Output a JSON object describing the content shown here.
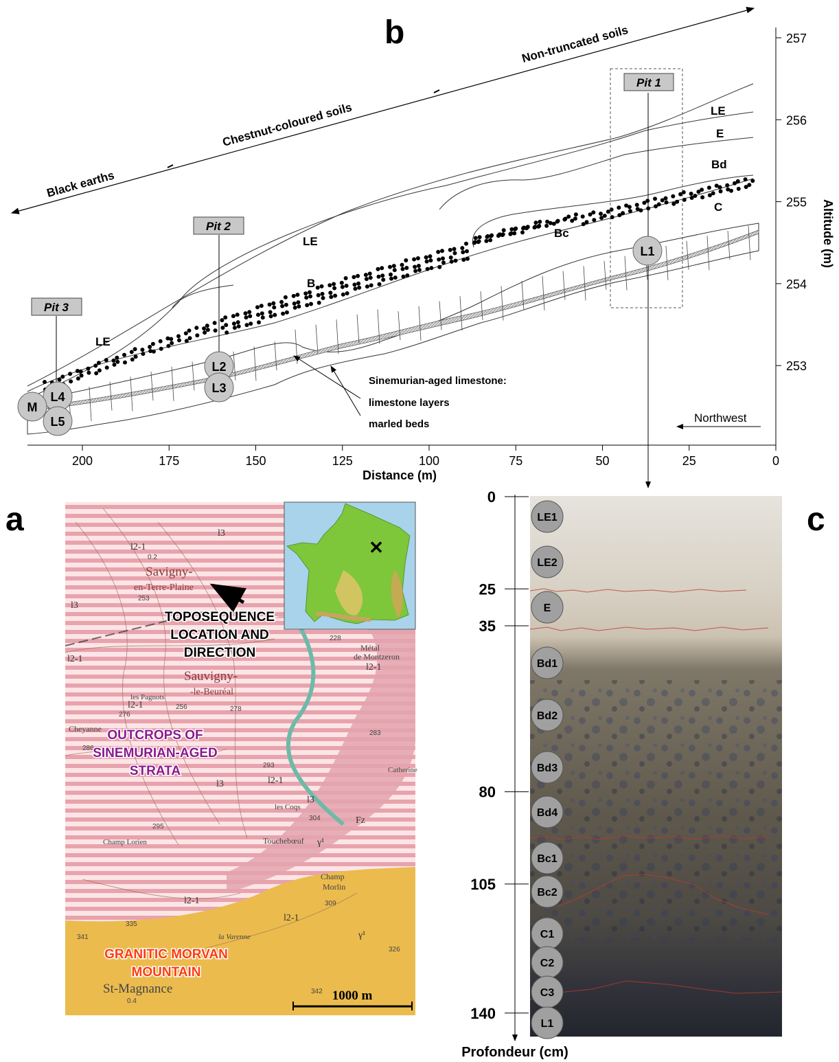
{
  "panel_labels": {
    "a": "a",
    "b": "b",
    "c": "c"
  },
  "profile": {
    "soil_zones": [
      "Black earths",
      "Chestnut-coloured soils",
      "Non-truncated soils"
    ],
    "pits": [
      "Pit 1",
      "Pit 2",
      "Pit 3"
    ],
    "horizon_labels": {
      "LE": "LE",
      "E": "E",
      "Bd": "Bd",
      "C": "C",
      "Bc": "Bc",
      "B": "B"
    },
    "samples": [
      "L1",
      "L2",
      "L3",
      "L4",
      "L5",
      "M"
    ],
    "legend": {
      "title": "Sinemurian-aged limestone:",
      "item1": "limestone layers",
      "item2": "marled beds"
    },
    "direction": "Northwest",
    "x_axis": {
      "label": "Distance (m)",
      "ticks": [
        "200",
        "175",
        "150",
        "125",
        "100",
        "75",
        "50",
        "25",
        "0"
      ]
    },
    "y_axis": {
      "label": "Altitude (m)",
      "ticks": [
        "257",
        "256",
        "255",
        "254",
        "253"
      ]
    }
  },
  "map": {
    "title_lines": [
      "TOPOSEQUENCE",
      "LOCATION AND",
      "DIRECTION"
    ],
    "outcrop_lines": [
      "OUTCROPS OF",
      "SINEMURIAN-AGED",
      "STRATA"
    ],
    "granitic_lines": [
      "GRANITIC MORVAN",
      "MOUNTAIN"
    ],
    "scale": "1000 m",
    "places": [
      "Savigny-",
      "en-Terre-Plaine",
      "Sauvigny-",
      "-le-Beuréal",
      "Touchebœuf",
      "Champ",
      "Morlin",
      "Métal",
      "de Montzeron",
      "St-Magnance",
      "Cheyanne",
      "Champ Lorien",
      "les Pagnots",
      "la Varenne",
      "les Coqs",
      "Catherine"
    ],
    "geo_codes": [
      "l3",
      "l2-1",
      "Fz",
      "γ¹"
    ],
    "spot_heights": [
      "253",
      "256",
      "276",
      "278",
      "283",
      "286",
      "293",
      "295",
      "304",
      "309",
      "326",
      "335",
      "341",
      "342",
      "228",
      "0.2",
      "0.4"
    ]
  },
  "column": {
    "depth_label": "Profondeur (cm)",
    "depth_ticks": [
      "0",
      "25",
      "35",
      "80",
      "105",
      "140"
    ],
    "horizons": [
      "LE1",
      "LE2",
      "E",
      "Bd1",
      "Bd2",
      "Bd3",
      "Bd4",
      "Bc1",
      "Bc2",
      "C1",
      "C2",
      "C3",
      "L1"
    ]
  },
  "colors": {
    "map_pink": "#e3a4ae",
    "map_orange": "#ebbb4e",
    "outcrop_text": "#8a1a8e",
    "granite_text": "#ff3c10",
    "sample_circle": "#c8c8c8",
    "pit_box": "#c8c8c8",
    "column_top": "#e4e1da",
    "column_bottom": "#2a2c36"
  }
}
